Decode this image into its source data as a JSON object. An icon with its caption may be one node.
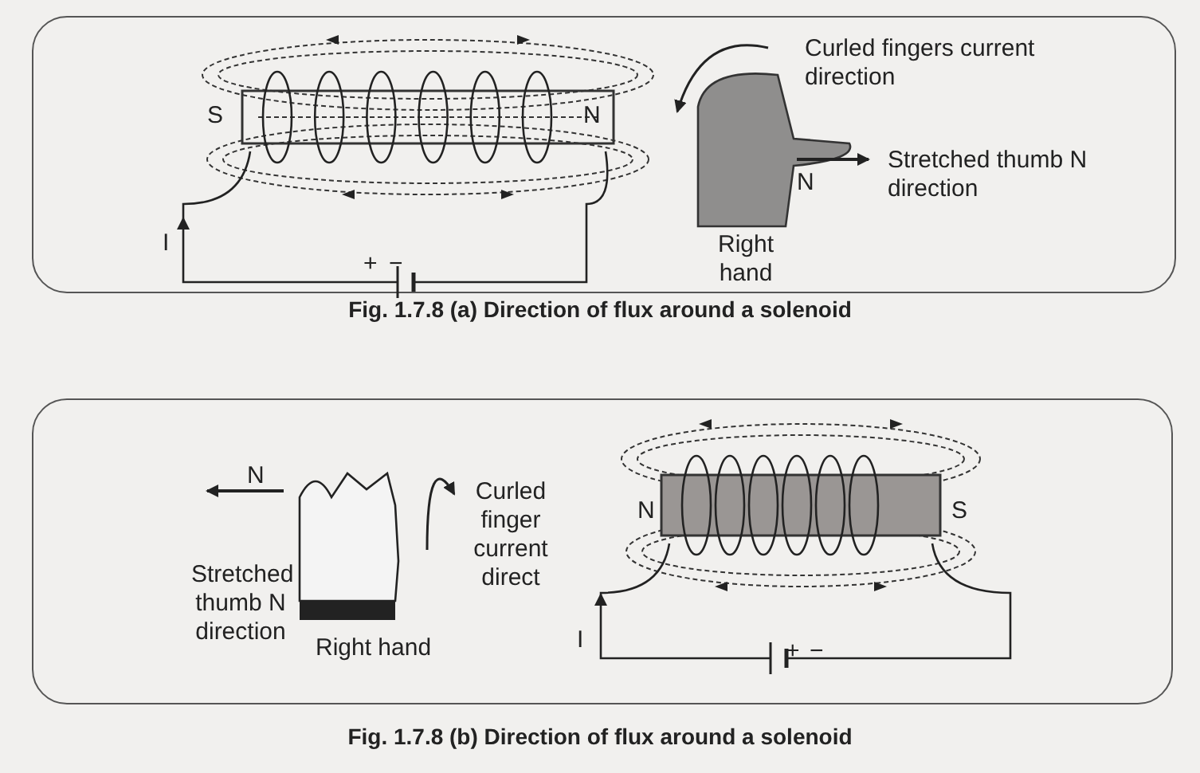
{
  "diagram": {
    "labels": [
      "S",
      "N",
      "I",
      "+",
      "−",
      "Curled fingers current direction",
      "N",
      "Stretched thumb N direction",
      "Right hand",
      "Fig. 1.7.8 (a)  Direction of flux around a solenoid",
      "N",
      "Curled finger current direct",
      "Stretched thumb N direction",
      "Right hand",
      "N",
      "S",
      "I",
      "+",
      "−",
      "Fig. 1.7.8 (b) Direction of flux around a solenoid"
    ]
  }
}
